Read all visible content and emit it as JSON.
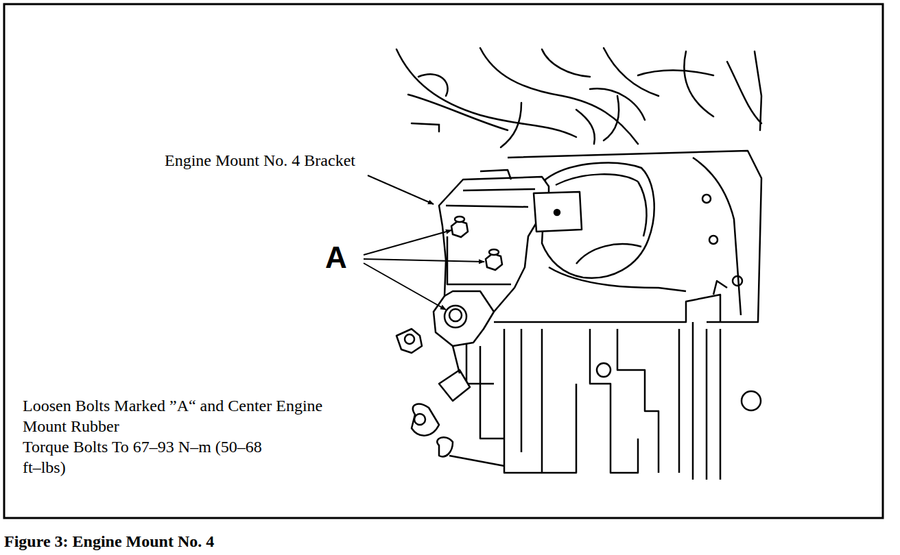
{
  "diagram": {
    "caption": "Figure 3: Engine Mount No. 4",
    "labels": [
      "Engine Mount No. 4 Bracket",
      "A",
      "Loosen Bolts Marked ”A“ and Center Engine Mount Rubber",
      "Torque Bolts To 67–93 N–m (50–68 ft–lbs)"
    ]
  }
}
